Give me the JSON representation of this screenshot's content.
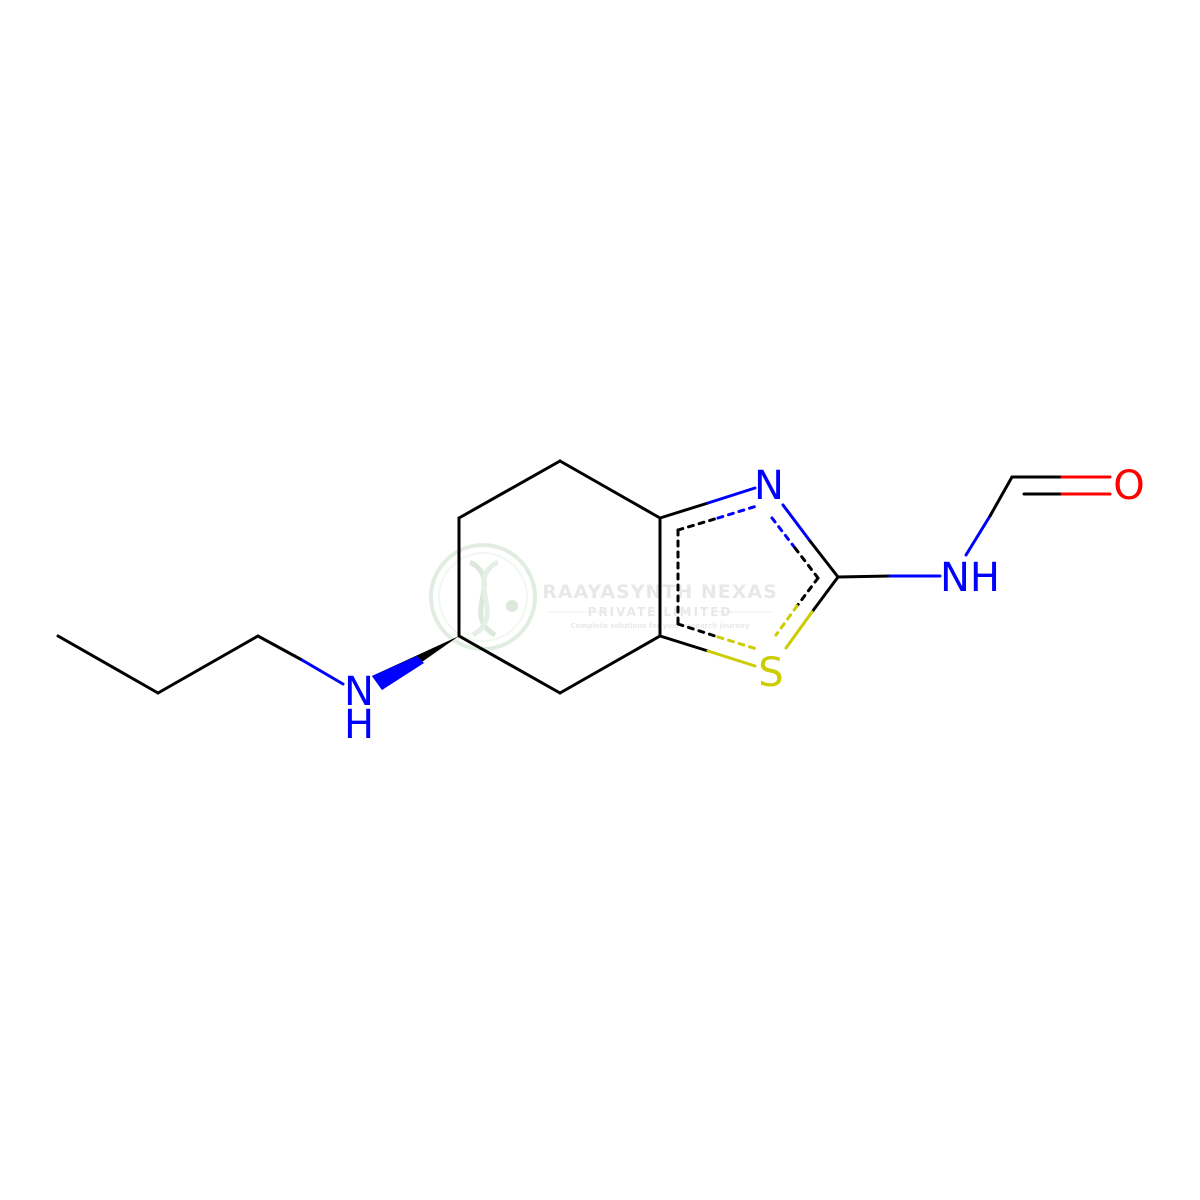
{
  "molecule": {
    "atoms": {
      "n_thiazole": "N",
      "s_thiazole": "S",
      "nh_amide": "NH",
      "o_carbonyl": "O",
      "n_amine": "N",
      "h_amine": "H"
    },
    "colors": {
      "bond": "#000000",
      "nitrogen": "#0000ff",
      "oxygen": "#ff0000",
      "sulfur": "#cccc00"
    }
  },
  "watermark": {
    "title": "RAAYASYNTH NEXAS",
    "subtitle": "PRIVATE LIMITED",
    "tagline": "Complete solutions for your research journey",
    "logo": "dna-logo"
  }
}
